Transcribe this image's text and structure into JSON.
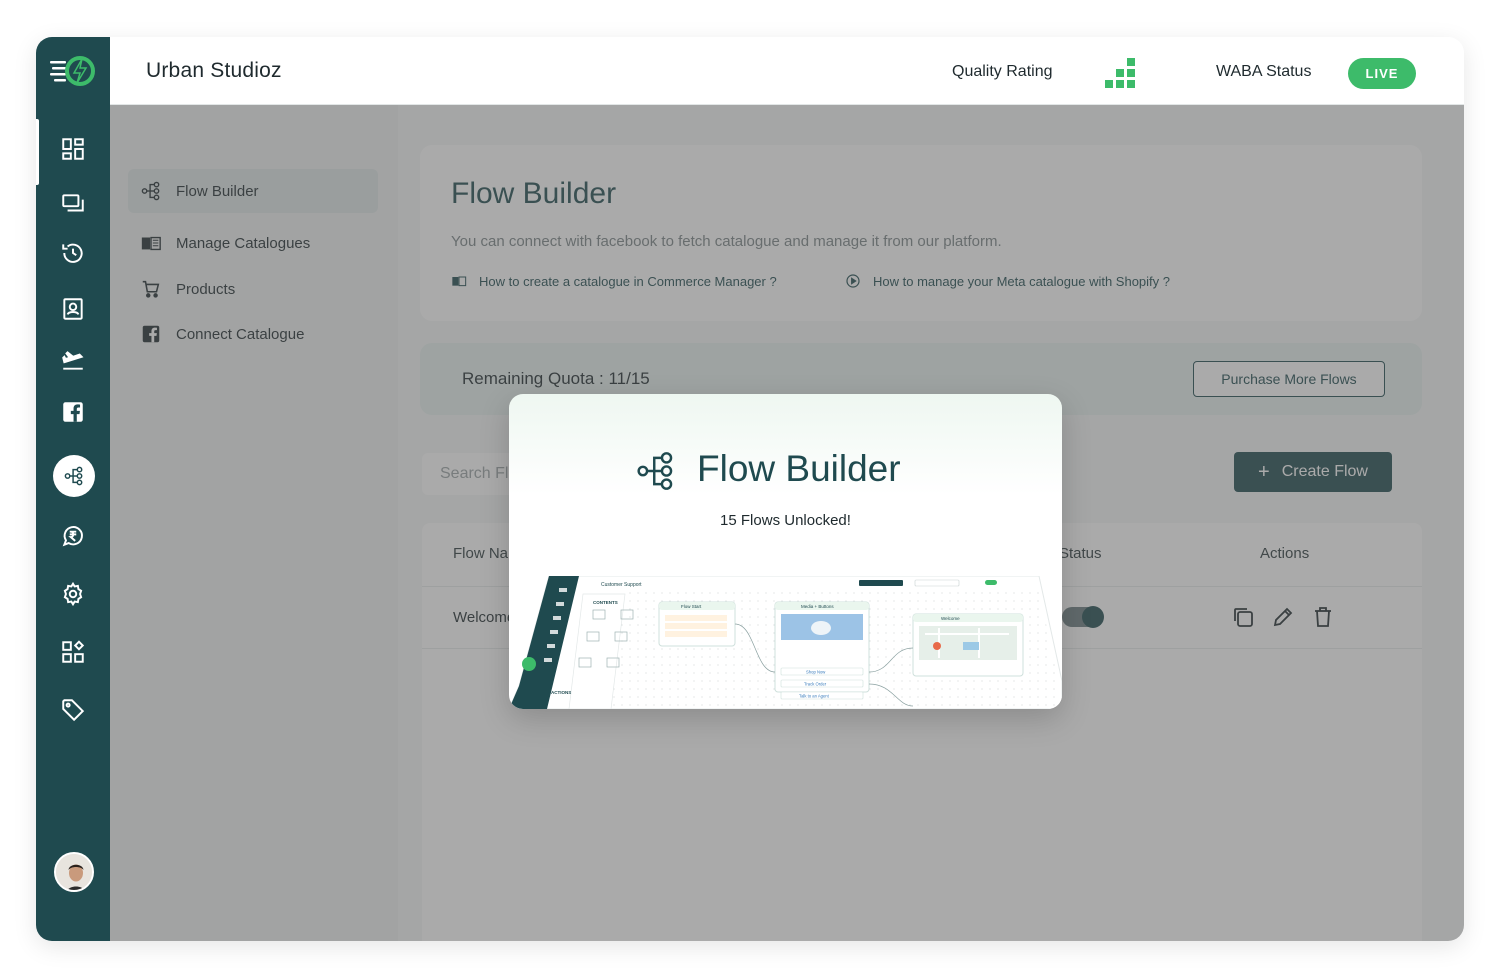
{
  "app": {
    "brand": "Urban Studioz"
  },
  "header": {
    "quality_label": "Quality Rating",
    "waba_label": "WABA Status",
    "waba_status": "LIVE",
    "status_color": "#3dbb6a"
  },
  "rail": {
    "icons": [
      "dashboard-icon",
      "chat-icon",
      "history-icon",
      "contacts-icon",
      "campaign-icon",
      "facebook-icon",
      "flow-icon",
      "payments-icon",
      "settings-icon",
      "integrations-icon",
      "tag-icon"
    ],
    "active": "flow-icon",
    "accent": "#1f4a4f"
  },
  "subnav": {
    "items": [
      {
        "label": "Flow Builder",
        "icon": "flow-icon",
        "active": true
      },
      {
        "label": "Manage Catalogues",
        "icon": "book-icon",
        "active": false
      },
      {
        "label": "Products",
        "icon": "cart-icon",
        "active": false
      },
      {
        "label": "Connect Catalogue",
        "icon": "facebook-icon",
        "active": false
      }
    ]
  },
  "main": {
    "title": "Flow Builder",
    "description": "You can connect with facebook to fetch catalogue and manage it from our platform.",
    "help_links": [
      "How to create a catalogue in Commerce Manager ?",
      "How to manage your Meta catalogue with Shopify ?"
    ],
    "quota_label": "Remaining Quota : 11/15",
    "purchase_button": "Purchase More Flows",
    "search_placeholder": "Search Flows",
    "create_button": "Create Flow",
    "table": {
      "headers": [
        "Flow Name",
        "Status",
        "Actions"
      ],
      "rows": [
        {
          "name": "Welcome",
          "status_on": true
        }
      ]
    }
  },
  "modal": {
    "title": "Flow Builder",
    "subtitle": "15 Flows Unlocked!",
    "preview": {
      "breadcrumb": "Customer Support",
      "nodes": [
        "Flow Start",
        "Media + Buttons",
        "Welcome"
      ],
      "buttons": [
        "Shop Now",
        "Track Order",
        "Talk to an Agent"
      ],
      "sections": [
        "CONTENTS",
        "ACTIONS"
      ]
    }
  }
}
